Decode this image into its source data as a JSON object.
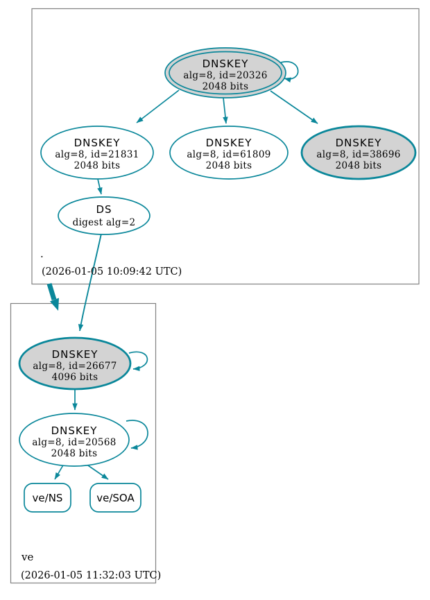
{
  "diagram": {
    "type": "dnssec-authentication-graph",
    "colors": {
      "edge": "#0a879a",
      "node_border": "#0a879a",
      "node_fill_special": "#d3d3d3",
      "node_fill_normal": "#ffffff",
      "zone_box_border": "#808080",
      "text": "#000000"
    },
    "zones": [
      {
        "label": ".",
        "timestamp": "(2026-01-05 10:09:42 UTC)",
        "nodes": {
          "ksk": {
            "title": "DNSKEY",
            "detail1": "alg=8, id=20326",
            "detail2": "2048 bits"
          },
          "zsk1": {
            "title": "DNSKEY",
            "detail1": "alg=8, id=21831",
            "detail2": "2048 bits"
          },
          "zsk2": {
            "title": "DNSKEY",
            "detail1": "alg=8, id=61809",
            "detail2": "2048 bits"
          },
          "zsk3": {
            "title": "DNSKEY",
            "detail1": "alg=8, id=38696",
            "detail2": "2048 bits"
          },
          "ds": {
            "title": "DS",
            "detail1": "digest alg=2"
          }
        }
      },
      {
        "label": "ve",
        "timestamp": "(2026-01-05 11:32:03 UTC)",
        "nodes": {
          "ksk": {
            "title": "DNSKEY",
            "detail1": "alg=8, id=26677",
            "detail2": "4096 bits"
          },
          "zsk": {
            "title": "DNSKEY",
            "detail1": "alg=8, id=20568",
            "detail2": "2048 bits"
          },
          "rrset_ns": {
            "label": "ve/NS"
          },
          "rrset_soa": {
            "label": "ve/SOA"
          }
        }
      }
    ]
  }
}
